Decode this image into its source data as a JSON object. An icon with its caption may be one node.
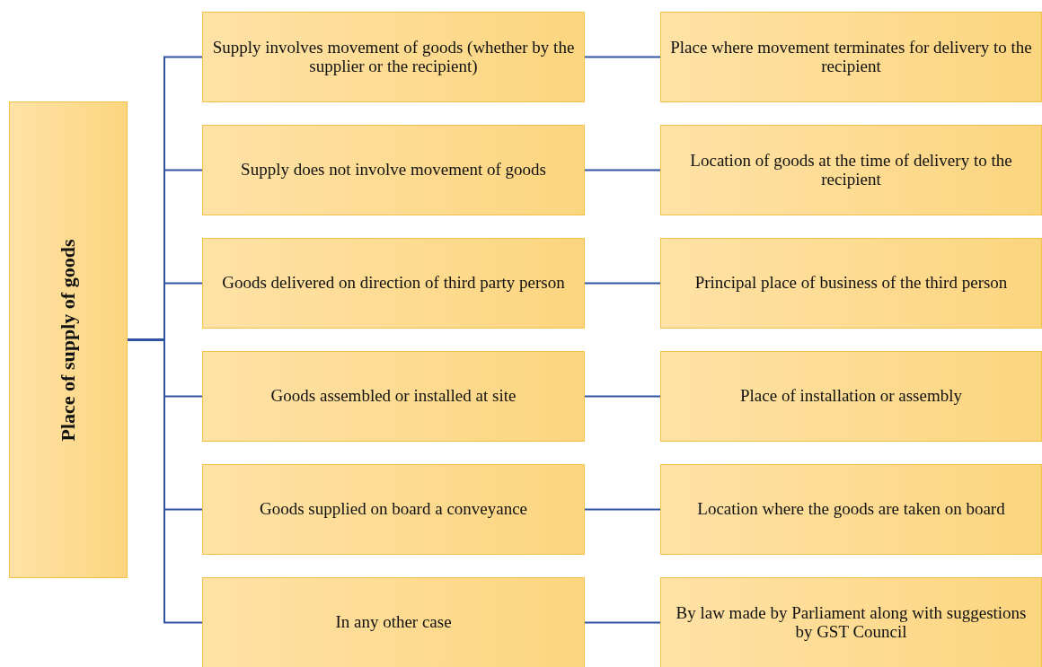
{
  "diagram": {
    "nodes": [
      {
        "text": [
          "Place of supply of goods"
        ]
      },
      {
        "text": [
          "Supply involves movement of goods (whether by the supplier or the recipient)"
        ]
      },
      {
        "text": [
          "Place where movement terminates for delivery to the recipient"
        ]
      },
      {
        "text": [
          "Supply does not involve movement of goods"
        ]
      },
      {
        "text": [
          "Location of goods at the time of delivery to the recipient"
        ]
      },
      {
        "text": [
          "Goods delivered on direction of third party person"
        ]
      },
      {
        "text": [
          "Principal place of business of the third person"
        ]
      },
      {
        "text": [
          "Goods assembled or installed at site"
        ]
      },
      {
        "text": [
          "Place of installation or assembly"
        ]
      },
      {
        "text": [
          "Goods supplied on board a conveyance"
        ]
      },
      {
        "text": [
          "Location where the goods are taken on board"
        ]
      },
      {
        "text": [
          "In any other case"
        ]
      },
      {
        "text": [
          "By law made by Parliament along with suggestions by GST Council"
        ]
      }
    ],
    "edges": [
      {
        "from": 0,
        "to": 1,
        "arrow": "none"
      },
      {
        "from": 0,
        "to": 3,
        "arrow": "none"
      },
      {
        "from": 0,
        "to": 5,
        "arrow": "none"
      },
      {
        "from": 0,
        "to": 7,
        "arrow": "none"
      },
      {
        "from": 0,
        "to": 9,
        "arrow": "none"
      },
      {
        "from": 0,
        "to": 11,
        "arrow": "none"
      },
      {
        "from": 1,
        "to": 2,
        "arrow": "none"
      },
      {
        "from": 3,
        "to": 4,
        "arrow": "none"
      },
      {
        "from": 5,
        "to": 6,
        "arrow": "none"
      },
      {
        "from": 7,
        "to": 8,
        "arrow": "none"
      },
      {
        "from": 9,
        "to": 10,
        "arrow": "none"
      },
      {
        "from": 11,
        "to": 12,
        "arrow": "none"
      }
    ]
  }
}
